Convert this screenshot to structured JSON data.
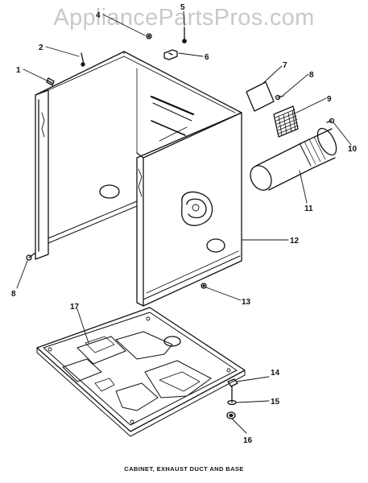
{
  "watermark": "AppliancePartsPros.com",
  "caption": "CABINET, EXHAUST DUCT AND BASE",
  "callouts": {
    "c1": "1",
    "c2": "2",
    "c3": "4",
    "c4": "5",
    "c5": "6",
    "c6": "7",
    "c7": "8",
    "c8": "9",
    "c9": "10",
    "c10": "11",
    "c11": "12",
    "c12": "8",
    "c13": "13",
    "c14": "17",
    "c15": "14",
    "c16": "15",
    "c17": "16"
  },
  "colors": {
    "ink": "#111111",
    "watermark": "#c9c9c9"
  }
}
